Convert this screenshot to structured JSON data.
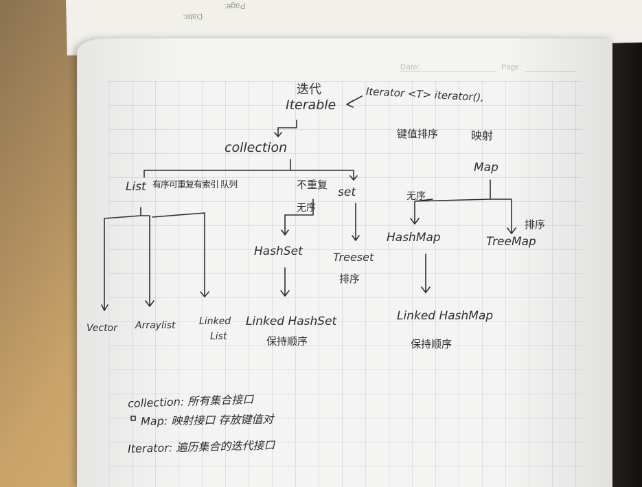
{
  "header": {
    "date_label": "Date:",
    "page_label": "Page:"
  },
  "back_page": {
    "date_label": "Date:",
    "page_label": "Page:"
  },
  "notes": {
    "iterate": "迭代",
    "iterable": "Iterable",
    "iterator_sig": "Iterator <T> iterator(),",
    "collection": "collection",
    "list_label": "List",
    "list_desc": "有序可重复有索引 队列",
    "no_dup": "不重复",
    "set_label": "set",
    "unordered_set": "无序",
    "hashset": "HashSet",
    "treeset": "Treeset",
    "treeset_sort": "排序",
    "vector": "Vector",
    "arraylist": "Arraylist",
    "linkedlist_1": "Linked",
    "linkedlist_2": "List",
    "linkedhashset": "Linked HashSet",
    "linkedhashset_note": "保持顺序",
    "kv_sort": "键值排序",
    "mapping": "映射",
    "map_label": "Map",
    "unordered_map": "无序",
    "hashmap": "HashMap",
    "treemap": "TreeMap",
    "treemap_sort": "排序",
    "linkedhashmap": "Linked HashMap",
    "linkedhashmap_note": "保持顺序",
    "summary_collection": "collection: 所有集合接口",
    "summary_map": "Map: 映射接口 存放键值对",
    "summary_iterator": "Iterator: 遍历集合的迭代接口"
  },
  "colors": {
    "ink": "#2d2d35",
    "paper": "#f4f4f2",
    "grid": "#c7c9d6",
    "desk": "#c9a36a"
  }
}
